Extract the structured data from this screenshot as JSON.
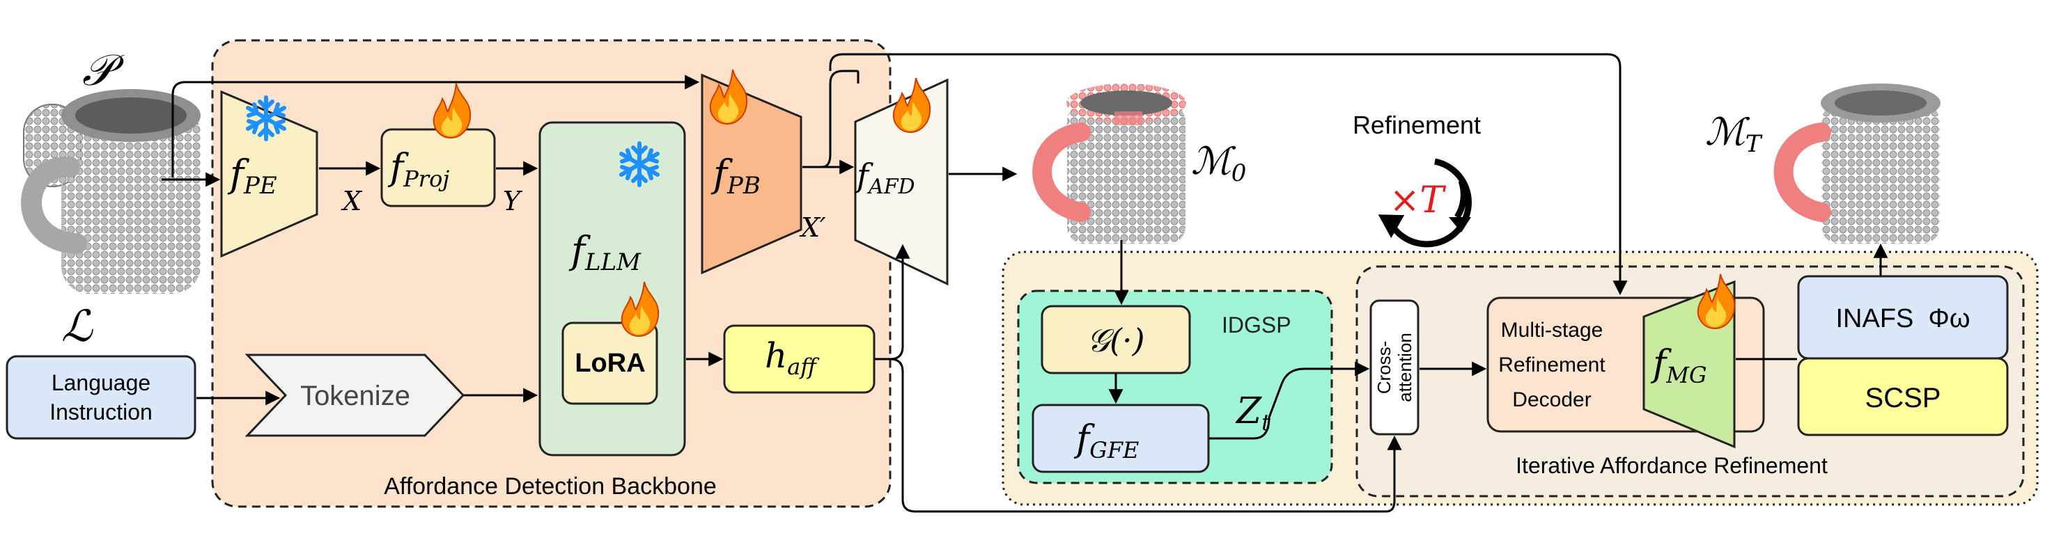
{
  "title": "",
  "symbols": {
    "point_cloud": "𝒫",
    "language": "ℒ",
    "mask_initial": "ℳ₀",
    "mask_final": "ℳT",
    "x": "X",
    "y": "Y",
    "x_prime": "X′",
    "z_t": "Zt"
  },
  "modules": {
    "language_instruction": [
      "Language",
      "Instruction"
    ],
    "tokenize": "Tokenize",
    "f_pe": "fPE",
    "f_proj": "fProj",
    "f_llm": "fLLM",
    "lora": "LoRA",
    "f_pb": "fPB",
    "f_afd": "fAFD",
    "h_aff": "haff",
    "g": "𝒢(·)",
    "f_gfe": "fGFE",
    "idgsp": "IDGSP",
    "cross_attention": [
      "Cross-",
      "attention"
    ],
    "decoder": [
      "Multi-stage",
      "Refinement",
      "Decoder"
    ],
    "f_mg": "fMG",
    "inafs": "INAFS  Φω",
    "scsp": "SCSP",
    "refinement": "Refinement",
    "times_t": "×T"
  },
  "regions": {
    "backbone": "Affordance Detection Backbone",
    "iterative": "Iterative Affordance Refinement"
  },
  "icons": [
    "mug-image",
    "mug-partial-affordance-image",
    "mug-final-affordance-image",
    "snowflake-icon",
    "fire-icon",
    "refresh-icon"
  ],
  "colors": {
    "backbone_bg": "#fde3cc",
    "refine_bg": "#fbf0d6",
    "idgsp_bg": "#9ff5d6",
    "frozen_blue": "#1e90ff",
    "flame_orange": "#ff7a00",
    "lang_box": "#dbe8f9",
    "llm_box": "#d7ebd5",
    "yellow_box": "#ffff9c",
    "decoder_box": "#fde4cf",
    "green_trap": "#c9eb9f",
    "accent_red": "#e21c1c",
    "affordance_pink": "#f07f80"
  }
}
